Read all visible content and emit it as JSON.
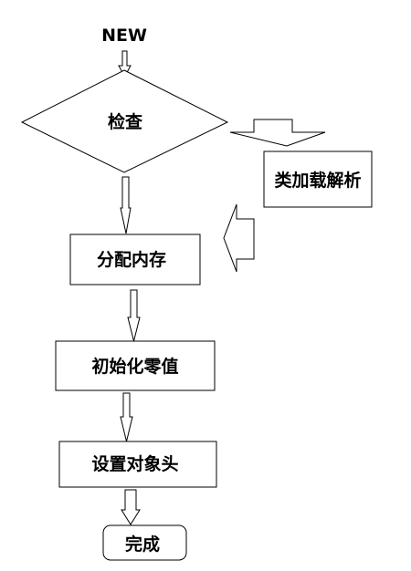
{
  "diagram": {
    "start_label": "NEW",
    "check_label": "检查",
    "class_loading_label": "类加载解析",
    "allocate_memory_label": "分配内存",
    "zero_init_label": "初始化零值",
    "object_header_label": "设置对象头",
    "done_label": "完成"
  }
}
